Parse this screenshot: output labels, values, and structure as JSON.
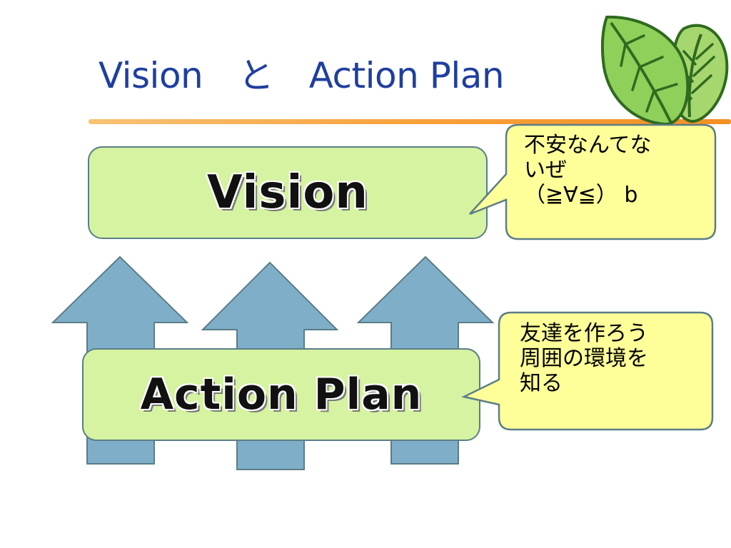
{
  "slide": {
    "title": "Vision　と　Action Plan"
  },
  "diagram": {
    "top_box": {
      "label": "Vision"
    },
    "bottom_box": {
      "label": "Action Plan"
    },
    "arrows_count": 3
  },
  "callouts": [
    {
      "text": "不安なんてな\nいぜ\n（≧∀≦） b"
    },
    {
      "text": "友達を作ろう\n周囲の環境を\n知る"
    }
  ],
  "colors": {
    "title": "#1f3f9f",
    "box_fill": "#d5f3a0",
    "box_border": "#5b7d87",
    "arrow_fill": "#7fafc8",
    "arrow_border": "#5b7d87",
    "callout_fill": "#ffff99",
    "rule": "#f7a23c",
    "leaf": "#8fd05a"
  },
  "icons": [
    "leaves-icon"
  ]
}
